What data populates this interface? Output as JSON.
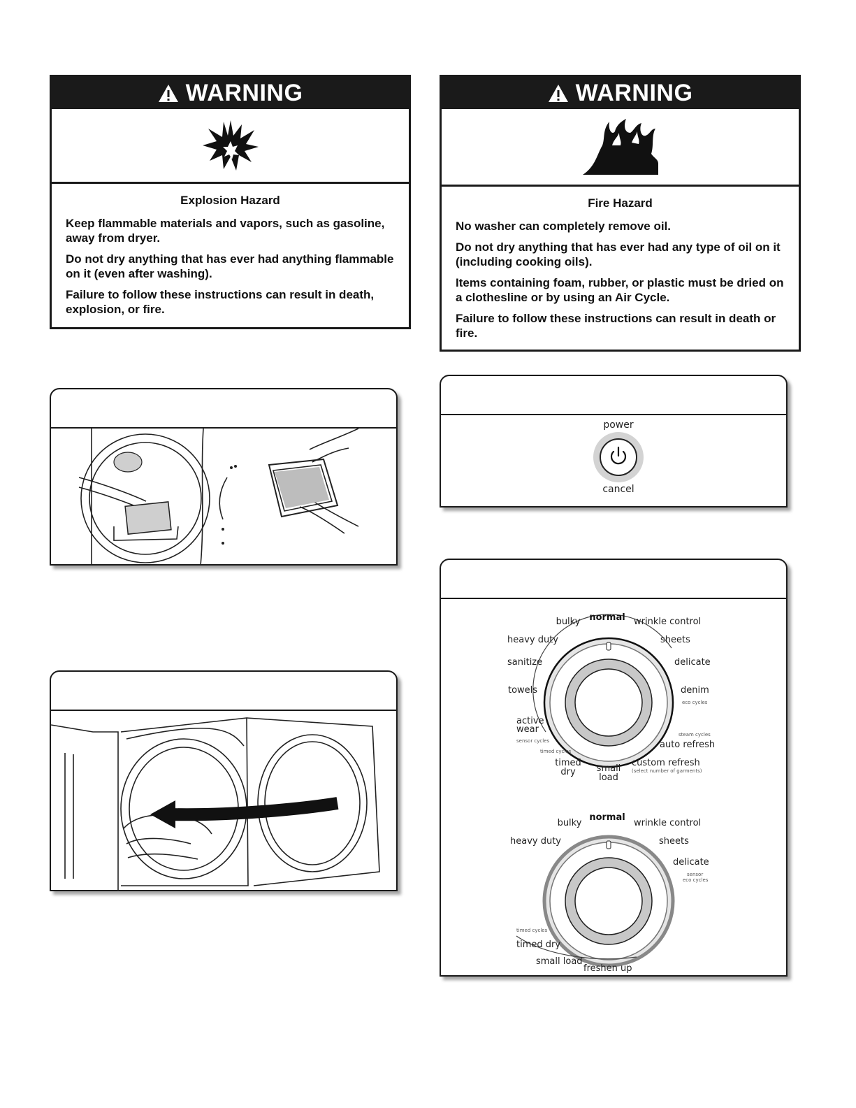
{
  "warning_left": {
    "header": "WARNING",
    "hazard_title": "Explosion Hazard",
    "paragraphs": [
      "Keep flammable materials and vapors, such as gasoline, away from dryer.",
      "Do not dry anything that has ever had anything flammable on it (even after washing).",
      "Failure to follow these instructions can result in death, explosion, or fire."
    ],
    "symbol": "explosion-icon"
  },
  "warning_right": {
    "header": "WARNING",
    "hazard_title": "Fire Hazard",
    "paragraphs": [
      "No washer can completely remove oil.",
      "Do not dry anything that has ever had any type of oil on it (including cooking oils).",
      "Items containing foam, rubber, or plastic must be dried on a clothesline or by using an Air Cycle.",
      "Failure to follow these instructions can result in death or fire."
    ],
    "symbol": "fire-icon"
  },
  "power_panel": {
    "label_top": "power",
    "label_bottom": "cancel",
    "icon": "power-icon"
  },
  "dial_top": {
    "labels": {
      "normal": "normal",
      "bulky": "bulky",
      "wrinkle_control": "wrinkle control",
      "heavy_duty": "heavy duty",
      "sheets": "sheets",
      "sanitize": "sanitize",
      "delicate": "delicate",
      "towels": "towels",
      "denim": "denim",
      "eco_cycles": "eco cycles",
      "active": "active",
      "wear": "wear",
      "sensor_cycles": "sensor cycles",
      "steam_cycles": "steam cycles",
      "auto_refresh": "auto refresh",
      "timed_cycles": "timed cycles",
      "timed": "timed",
      "dry": "dry",
      "small": "small",
      "load": "load",
      "custom_refresh": "custom refresh",
      "custom_refresh_note": "(select number of garments)"
    }
  },
  "dial_bottom": {
    "labels": {
      "normal": "normal",
      "bulky": "bulky",
      "wrinkle_control": "wrinkle control",
      "heavy_duty": "heavy duty",
      "sheets": "sheets",
      "delicate": "delicate",
      "sensor": "sensor",
      "eco_cycles": "eco cycles",
      "timed_cycles": "timed cycles",
      "timed_dry": "timed dry",
      "small_load": "small load",
      "freshen_up": "freshen up"
    }
  }
}
